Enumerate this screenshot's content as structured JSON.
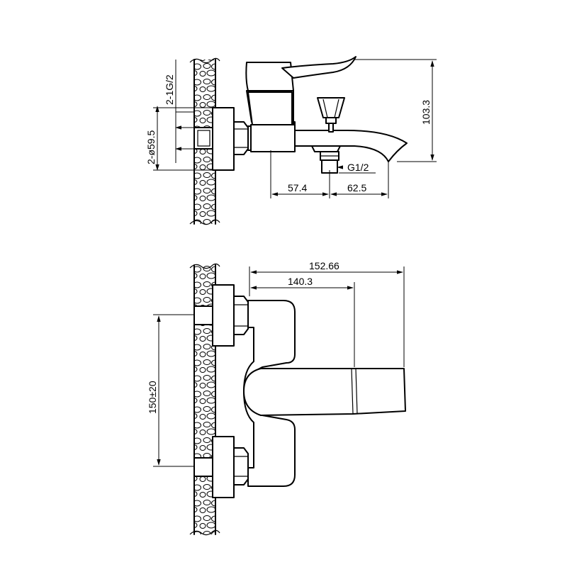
{
  "colors": {
    "line": "#000000",
    "background": "#ffffff"
  },
  "dimensions": {
    "thread_connection": "2-1G/2",
    "escutcheon_diameter": "2-ø59.5",
    "height": "103.3",
    "outlet_thread": "G1/2",
    "offset_left": "57.4",
    "offset_right": "62.5",
    "projection_overall": "152.66",
    "projection_body": "140.3",
    "inlet_centers": "150±20"
  }
}
